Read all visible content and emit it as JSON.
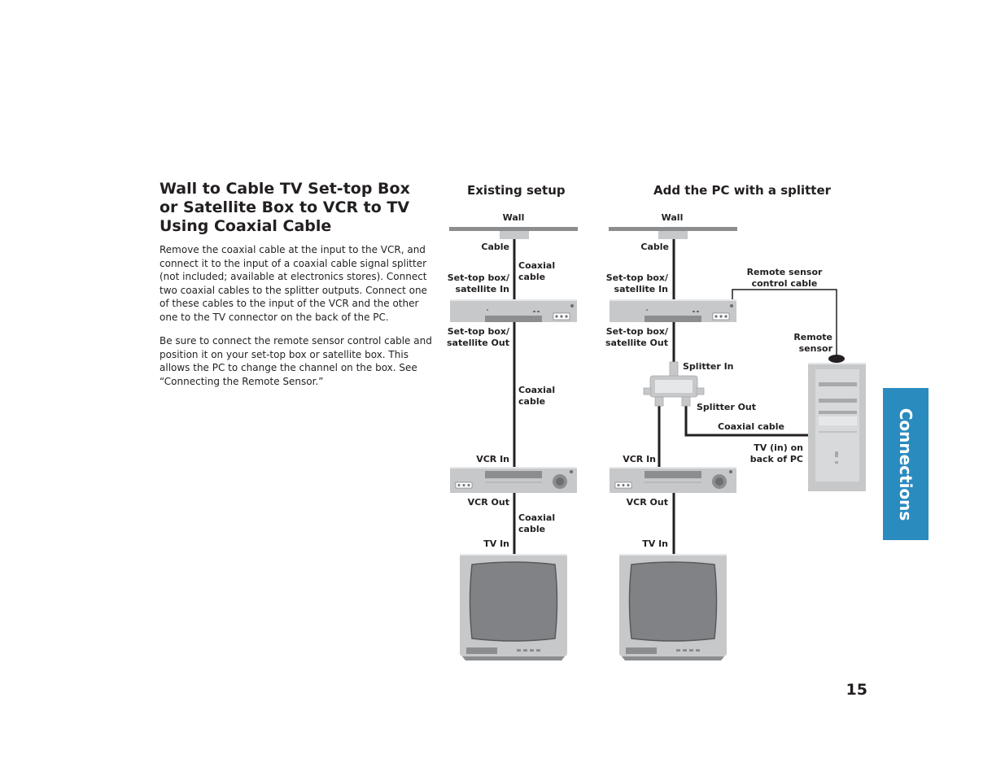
{
  "section": {
    "title": "Wall to Cable TV Set-top Box or Satellite Box to VCR to TV Using Coaxial Cable",
    "paragraphs": [
      "Remove the coaxial cable at the input to the VCR, and connect it to the input of a coaxial cable signal splitter (not included; available at electronics stores). Connect two coaxial cables to the splitter outputs. Connect one of these cables to the input of the VCR and the other one to the TV connector on the back of the PC.",
      "Be sure to connect the remote sensor control cable and position it on your set-top box or satellite box. This allows the PC to change the channel on the box. See “Connecting the Remote Sensor.”"
    ]
  },
  "diagram": {
    "existing": {
      "title": "Existing setup",
      "wall": "Wall",
      "cable": "Cable",
      "settop_in": [
        "Set-top box/",
        "satellite In"
      ],
      "coax1": [
        "Coaxial",
        "cable"
      ],
      "settop_out": [
        "Set-top box/",
        "satellite Out"
      ],
      "coax2": [
        "Coaxial",
        "cable"
      ],
      "vcr_in": "VCR In",
      "vcr_out": "VCR Out",
      "coax3": [
        "Coaxial",
        "cable"
      ],
      "tv_in": "TV In"
    },
    "splitter": {
      "title": "Add the PC with a splitter",
      "wall": "Wall",
      "cable": "Cable",
      "settop_in": [
        "Set-top box/",
        "satellite In"
      ],
      "settop_out": [
        "Set-top box/",
        "satellite Out"
      ],
      "remote_cable": [
        "Remote sensor",
        "control cable"
      ],
      "remote_sensor": [
        "Remote",
        "sensor"
      ],
      "splitter_in": "Splitter In",
      "splitter_out": "Splitter Out",
      "coax": "Coaxial cable",
      "tv_pc": [
        "TV (in) on",
        "back of PC"
      ],
      "vcr_in": "VCR In",
      "vcr_out": "VCR Out",
      "tv_in": "TV In"
    }
  },
  "side_tab": "Connections",
  "page_number": "15"
}
